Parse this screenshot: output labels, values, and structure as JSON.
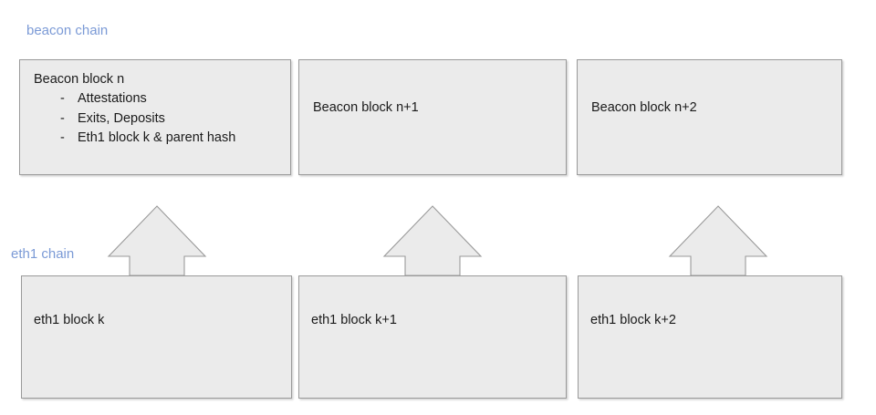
{
  "diagram": {
    "title_beacon": "beacon chain",
    "title_eth1": "eth1 chain",
    "label_color": "#7b9ad6",
    "block_fill": "#ebebeb",
    "block_border": "#9a9a9a",
    "beacon_blocks": [
      {
        "title": "Beacon block n",
        "bullets": [
          {
            "marker": "-",
            "text": "Attestations"
          },
          {
            "marker": "-",
            "text": "Exits, Deposits"
          },
          {
            "marker": "-",
            "text": "Eth1 block k & parent hash"
          }
        ]
      },
      {
        "title": "Beacon block n+1",
        "bullets": []
      },
      {
        "title": "Beacon block n+2",
        "bullets": []
      }
    ],
    "eth1_blocks": [
      {
        "title": "eth1 block k"
      },
      {
        "title": "eth1 block k+1"
      },
      {
        "title": "eth1 block k+2"
      }
    ],
    "arrows": [
      {
        "name": "arrow-eth1-k-to-beacon-n",
        "direction": "up"
      },
      {
        "name": "arrow-eth1-k1-to-beacon-n1",
        "direction": "up"
      },
      {
        "name": "arrow-eth1-k2-to-beacon-n2",
        "direction": "up"
      }
    ]
  }
}
